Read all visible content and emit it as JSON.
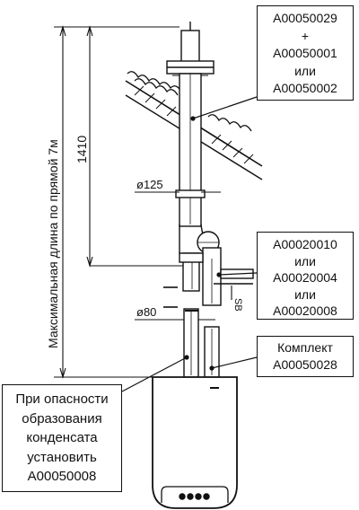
{
  "dimensions": {
    "max_length_label": "Максимальная длина по прямой 7м",
    "height_label": "1410",
    "diam_125_label": "ø125",
    "diam_80_label": "ø80",
    "sb_label": "SB"
  },
  "callouts": {
    "top_kit": [
      "A00050029",
      "+",
      "A00050001",
      "или",
      "A00050002"
    ],
    "elbow_kit": [
      "A00020010",
      "или",
      "A00020004",
      "или",
      "A00020008"
    ],
    "kit": [
      "Комплект",
      "A00050028"
    ],
    "condensate": [
      "При опасности",
      "образования",
      "конденсата",
      "установить",
      "A00050008"
    ]
  }
}
